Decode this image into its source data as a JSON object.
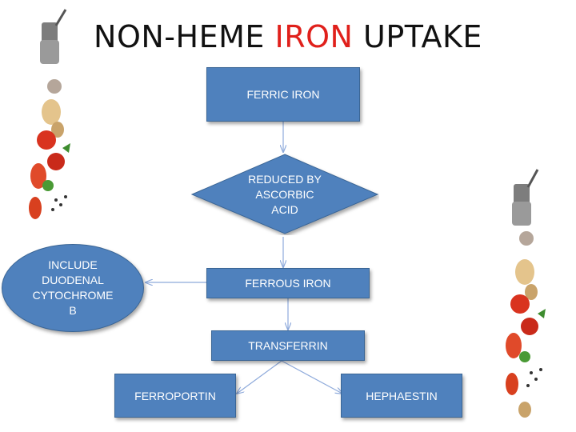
{
  "title": {
    "part1": "NON-HEME ",
    "accent": "IRON",
    "part2": " UPTAKE"
  },
  "nodes": {
    "ferric_iron": "FERRIC IRON",
    "reduced_by": "REDUCED BY\nASCORBIC\nACID",
    "ferrous_iron": "FERROUS IRON",
    "duodenal": "INCLUDE\nDUODENAL\nCYTOCHROME\nB",
    "transferrin": "TRANSFERRIN",
    "ferroportin": "FERROPORTIN",
    "hephaestin": "HEPHAESTIN"
  },
  "colors": {
    "node_fill": "#4f81bd",
    "title_accent": "#e0201b",
    "arrow": "#8eaadb"
  }
}
